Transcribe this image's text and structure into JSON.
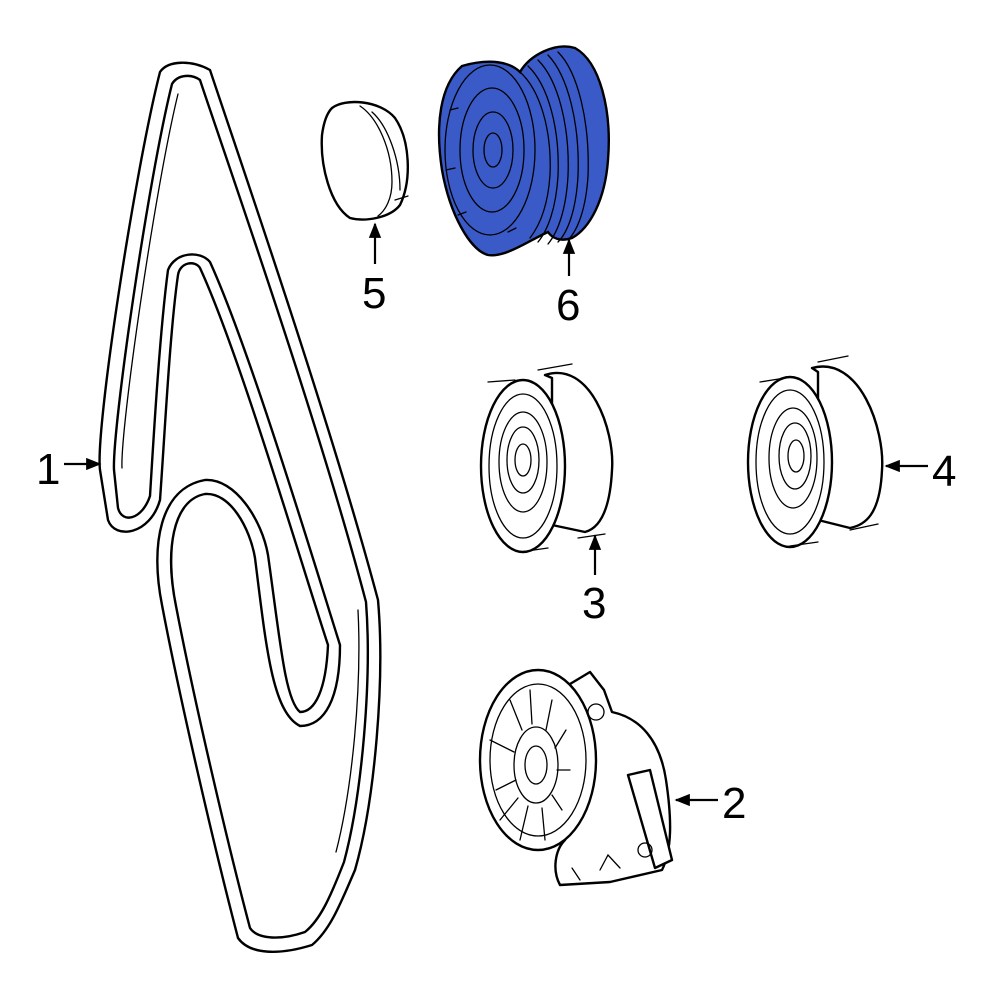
{
  "colors": {
    "highlight": "#3a5bc7",
    "line": "#000000",
    "background": "#ffffff"
  },
  "callouts": {
    "belt": "1",
    "tensioner": "2",
    "idler_pulley_a": "3",
    "idler_pulley_b": "4",
    "pulley_cap": "5",
    "highlighted_pulley": "6"
  }
}
